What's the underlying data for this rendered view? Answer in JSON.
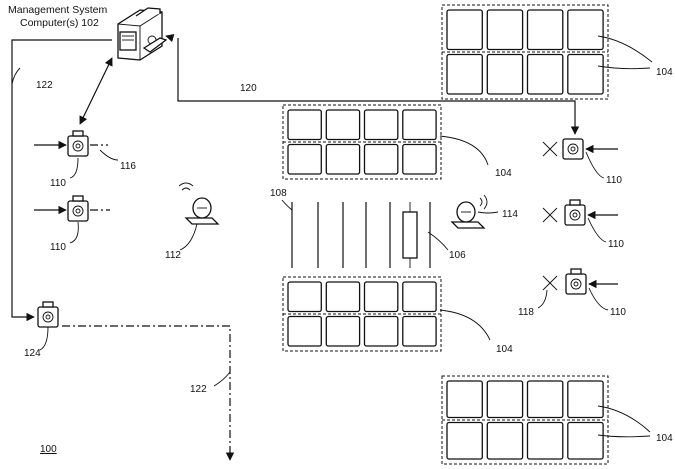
{
  "labels": {
    "system_line1": "Management System",
    "system_line2": "Computer(s) 102",
    "n120": "120",
    "n122_top": "122",
    "n122_bottom": "122",
    "n116": "116",
    "n110_a": "110",
    "n110_b": "110",
    "n110_c": "110",
    "n110_d": "110",
    "n110_e": "110",
    "n112": "112",
    "n108": "108",
    "n106": "106",
    "n114": "114",
    "n118": "118",
    "n124": "124",
    "n104_a": "104",
    "n104_b": "104",
    "n104_c": "104",
    "n104_d": "104",
    "n100": "100"
  },
  "icons": {
    "server": "server-computer-icon",
    "camera": "camera-icon",
    "sensor": "wireless-sensor-icon"
  }
}
